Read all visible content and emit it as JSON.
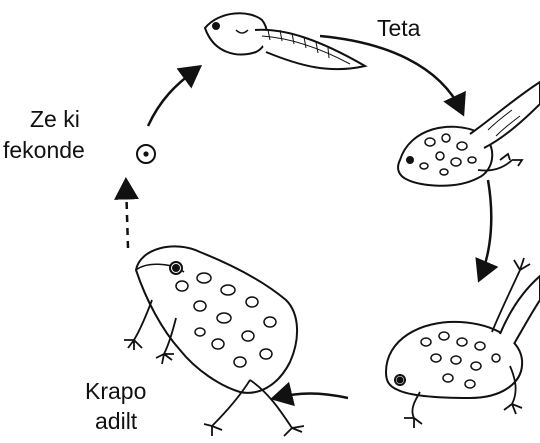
{
  "diagram": {
    "stages": [
      {
        "id": "egg",
        "label_lines": [
          "Ze ki",
          "fekonde"
        ]
      },
      {
        "id": "tadpole",
        "label_lines": [
          "Teta"
        ]
      },
      {
        "id": "tadpole-hind-legs",
        "label_lines": []
      },
      {
        "id": "froglet",
        "label_lines": []
      },
      {
        "id": "adult-frog",
        "label_lines": [
          "Krapo",
          "adilt"
        ]
      }
    ],
    "colors": {
      "ink": "#111111",
      "background": "#ffffff"
    }
  }
}
